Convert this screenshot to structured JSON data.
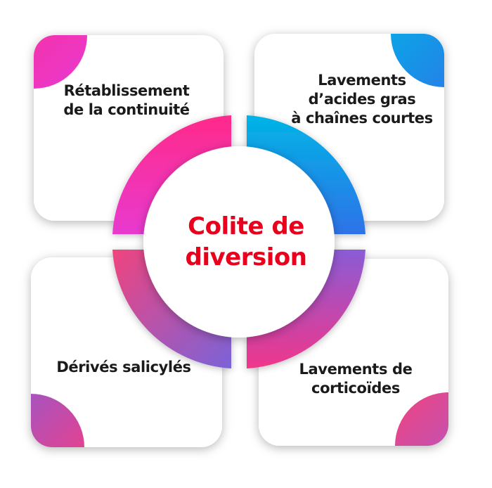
{
  "center": {
    "line1": "Colite de",
    "line2": "diversion",
    "color": "#e8001c"
  },
  "boxes": {
    "top_left": {
      "line1": "Rétablissement",
      "line2": "de la continuité"
    },
    "top_right": {
      "line1": "Lavements",
      "line2": "d’acides gras",
      "line3": "à chaînes courtes"
    },
    "bottom_left": {
      "line1": "Dérivés salicylés"
    },
    "bottom_right": {
      "line1": "Lavements de",
      "line2": "corticoïdes"
    }
  },
  "colors": {
    "magenta": "#ff2a8a",
    "pink": "#e83ad0",
    "cyan": "#00b4e6",
    "blue": "#2f72e8",
    "purple": "#8a5cd6",
    "rose": "#f0447e"
  }
}
